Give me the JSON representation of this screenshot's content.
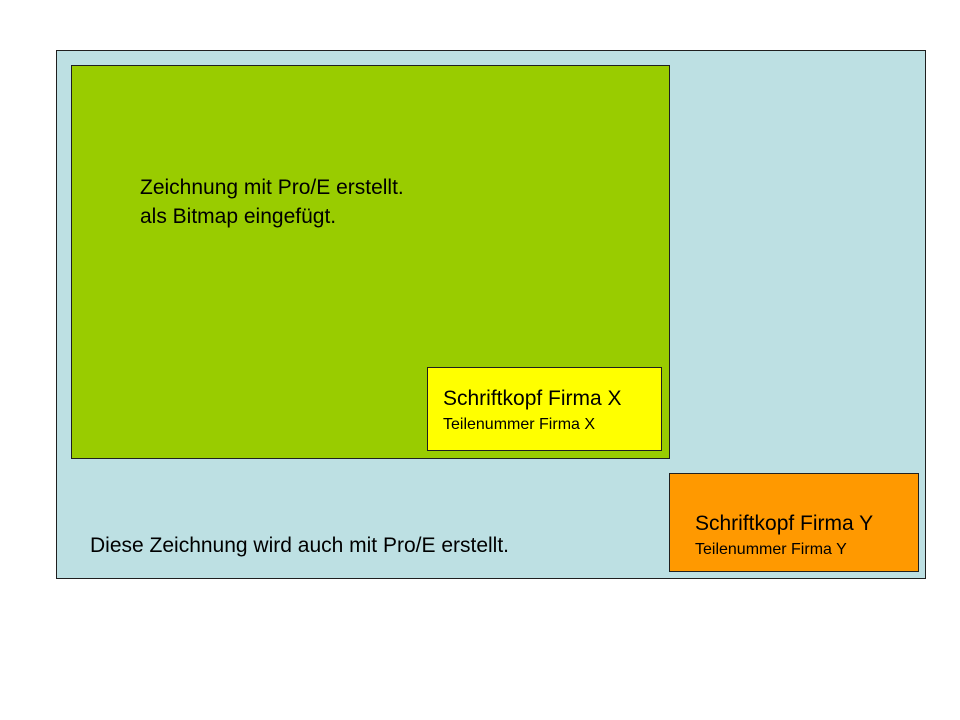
{
  "colors": {
    "outer_sheet_fill": "#bde0e3",
    "inner_drawing_fill": "#99cc00",
    "titleblock_x_fill": "#ffff00",
    "titleblock_y_fill": "#ff9900",
    "border": "#1f1f1f"
  },
  "inner_drawing": {
    "line1": "Zeichnung mit Pro/E erstellt.",
    "line2": "als Bitmap eingefügt."
  },
  "titleblock_x": {
    "title": "Schriftkopf Firma X",
    "part_number": "Teilenummer Firma X"
  },
  "titleblock_y": {
    "title": "Schriftkopf Firma Y",
    "part_number": "Teilenummer Firma Y"
  },
  "outer_sheet": {
    "note": "Diese Zeichnung wird auch mit Pro/E erstellt."
  }
}
